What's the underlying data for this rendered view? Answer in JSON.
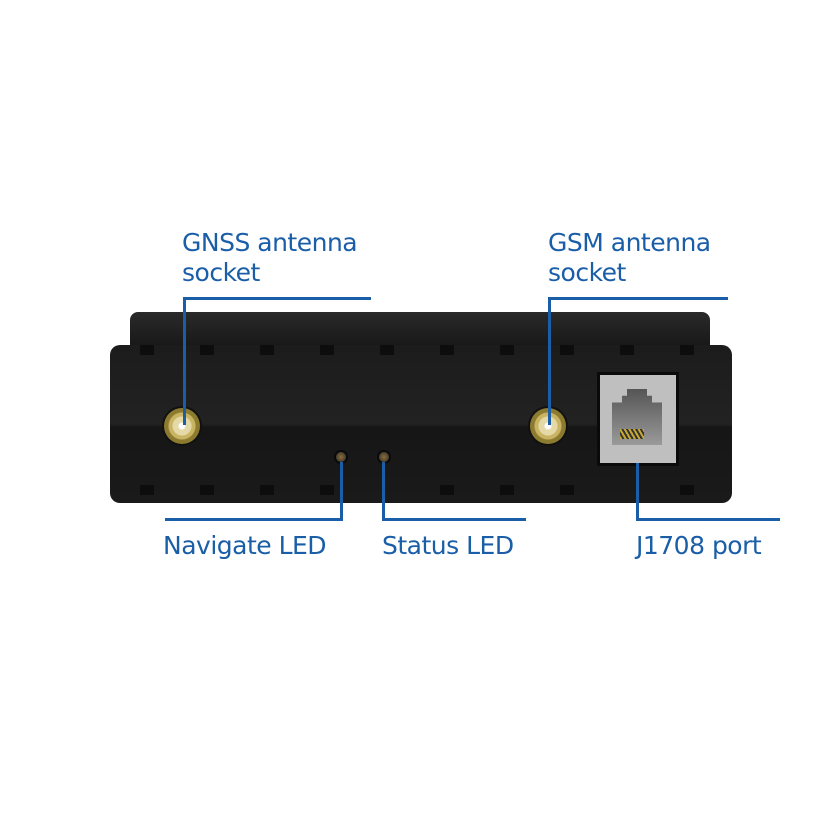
{
  "labels": {
    "gnss": [
      "GNSS antenna",
      "socket"
    ],
    "gsm": [
      "GSM antenna",
      "socket"
    ],
    "navigate_led": "Navigate LED",
    "status_led": "Status LED",
    "j1708": "J1708 port"
  },
  "colors": {
    "callout": "#1a5ea8",
    "device_body": "#1c1c1c",
    "port_frame": "#bfbfbf"
  }
}
